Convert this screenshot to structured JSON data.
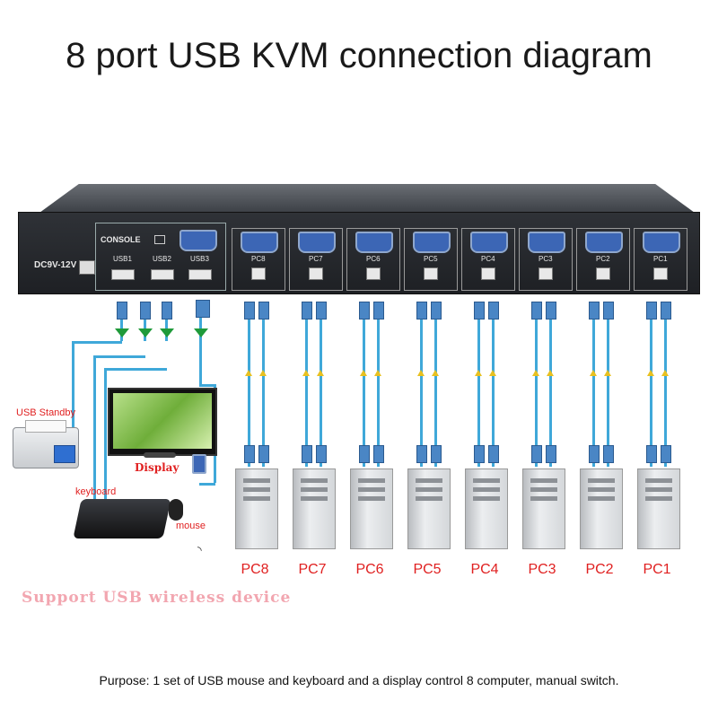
{
  "title": "8 port USB KVM connection diagram",
  "panel": {
    "dc_label": "DC9V-12V",
    "console_label": "CONSOLE",
    "usb_labels": [
      "USB1",
      "USB2",
      "USB3"
    ],
    "pc_port_labels": [
      "PC8",
      "PC7",
      "PC6",
      "PC5",
      "PC4",
      "PC3",
      "PC2",
      "PC1"
    ]
  },
  "devices": {
    "usb_standby": "USB Standby",
    "display": "Display",
    "keyboard": "keyboard",
    "mouse": "mouse"
  },
  "pcs": [
    "PC8",
    "PC7",
    "PC6",
    "PC5",
    "PC4",
    "PC3",
    "PC2",
    "PC1"
  ],
  "wireless_note": "Support USB wireless device",
  "purpose": "Purpose: 1 set of USB mouse and keyboard and a display control 8 computer, manual switch.",
  "colors": {
    "cable": "#3fa8d9",
    "labels_red": "#e02020",
    "chassis": "#2b2e33"
  }
}
